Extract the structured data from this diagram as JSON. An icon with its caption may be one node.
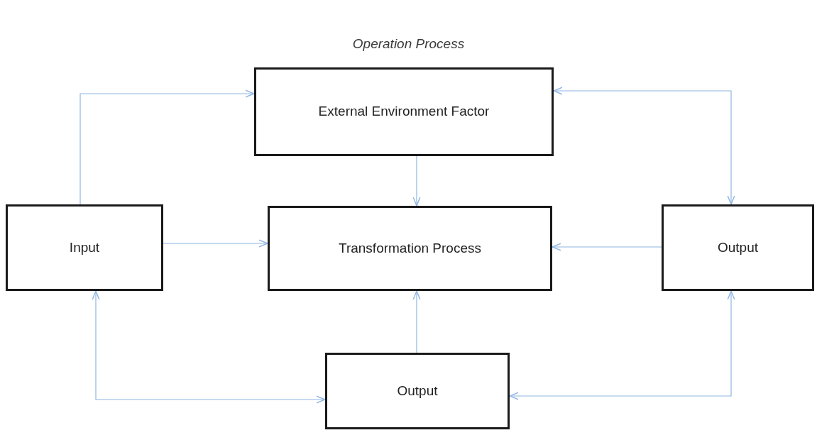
{
  "diagram": {
    "title": "Operation Process",
    "nodes": [
      {
        "text": [
          "External Environment Factor"
        ]
      },
      {
        "text": [
          "Input"
        ]
      },
      {
        "text": [
          "Transformation Process"
        ]
      },
      {
        "text": [
          "Output"
        ]
      },
      {
        "text": [
          "Output"
        ]
      }
    ],
    "edges": [
      {
        "from": 1,
        "to": 0,
        "arrow": "to"
      },
      {
        "from": 0,
        "to": 3,
        "arrow": "both"
      },
      {
        "from": 0,
        "to": 2,
        "arrow": "to"
      },
      {
        "from": 1,
        "to": 2,
        "arrow": "to"
      },
      {
        "from": 3,
        "to": 2,
        "arrow": "to"
      },
      {
        "from": 4,
        "to": 2,
        "arrow": "to"
      },
      {
        "from": 1,
        "to": 4,
        "arrow": "both"
      },
      {
        "from": 4,
        "to": 3,
        "arrow": "both"
      }
    ]
  }
}
